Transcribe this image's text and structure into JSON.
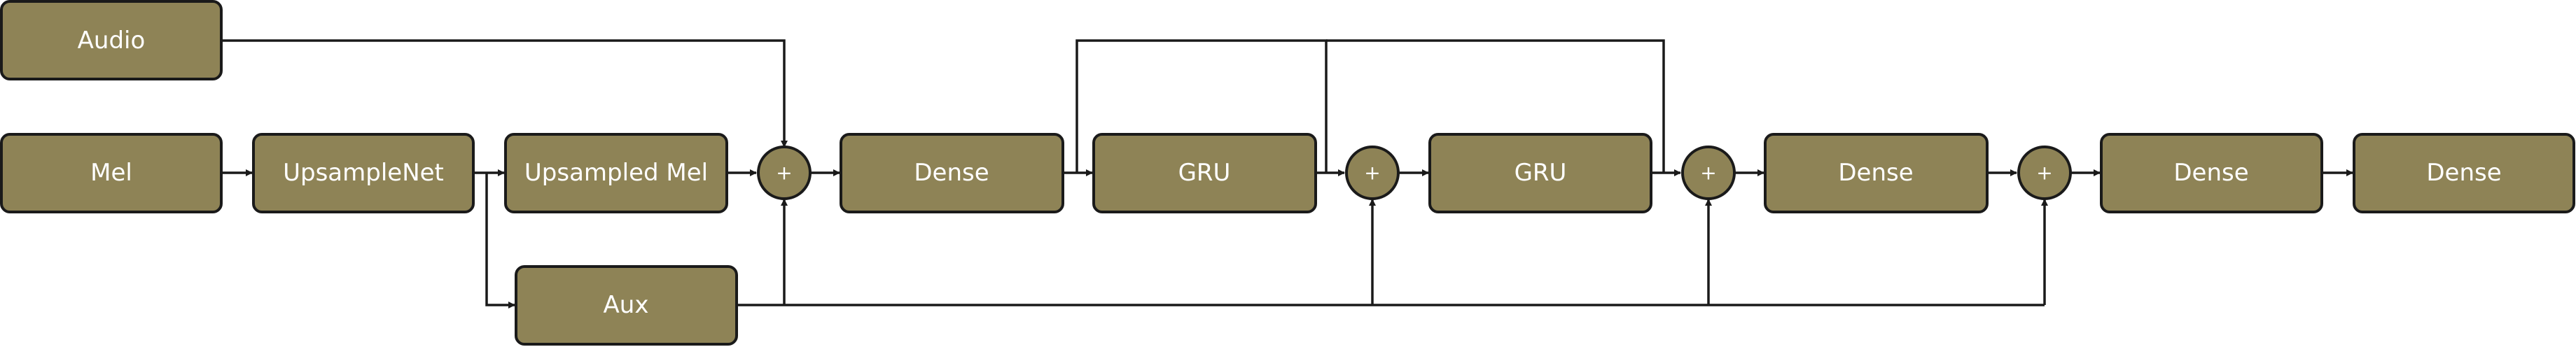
{
  "nodes": {
    "audio": {
      "label": "Audio"
    },
    "mel": {
      "label": "Mel"
    },
    "upsamplenet": {
      "label": "UpsampleNet"
    },
    "upsampled_mel": {
      "label": "Upsampled Mel"
    },
    "aux": {
      "label": "Aux"
    },
    "sum_1": {
      "label": "+"
    },
    "dense_1": {
      "label": "Dense"
    },
    "gru_1": {
      "label": "GRU"
    },
    "sum_2": {
      "label": "+"
    },
    "gru_2": {
      "label": "GRU"
    },
    "sum_3": {
      "label": "+"
    },
    "dense_2": {
      "label": "Dense"
    },
    "sum_4": {
      "label": "+"
    },
    "dense_3": {
      "label": "Dense"
    },
    "dense_4": {
      "label": "Dense"
    }
  },
  "edges": [
    {
      "from": "mel",
      "to": "upsamplenet"
    },
    {
      "from": "upsamplenet",
      "to": "upsampled_mel"
    },
    {
      "from": "upsamplenet",
      "to": "aux"
    },
    {
      "from": "audio",
      "to": "sum_1"
    },
    {
      "from": "upsampled_mel",
      "to": "sum_1"
    },
    {
      "from": "aux",
      "to": "sum_1"
    },
    {
      "from": "sum_1",
      "to": "dense_1"
    },
    {
      "from": "dense_1",
      "to": "gru_1"
    },
    {
      "from": "dense_1",
      "to": "sum_2"
    },
    {
      "from": "gru_1",
      "to": "sum_2"
    },
    {
      "from": "aux",
      "to": "sum_2"
    },
    {
      "from": "sum_2",
      "to": "gru_2"
    },
    {
      "from": "sum_2",
      "to": "sum_3"
    },
    {
      "from": "gru_2",
      "to": "sum_3"
    },
    {
      "from": "aux",
      "to": "sum_3"
    },
    {
      "from": "sum_3",
      "to": "dense_2"
    },
    {
      "from": "dense_2",
      "to": "sum_4"
    },
    {
      "from": "aux",
      "to": "sum_4"
    },
    {
      "from": "sum_4",
      "to": "dense_3"
    },
    {
      "from": "dense_3",
      "to": "dense_4"
    }
  ],
  "colors": {
    "node_fill": "#8e8356",
    "stroke": "#1a1a1a",
    "text": "#ffffff"
  }
}
